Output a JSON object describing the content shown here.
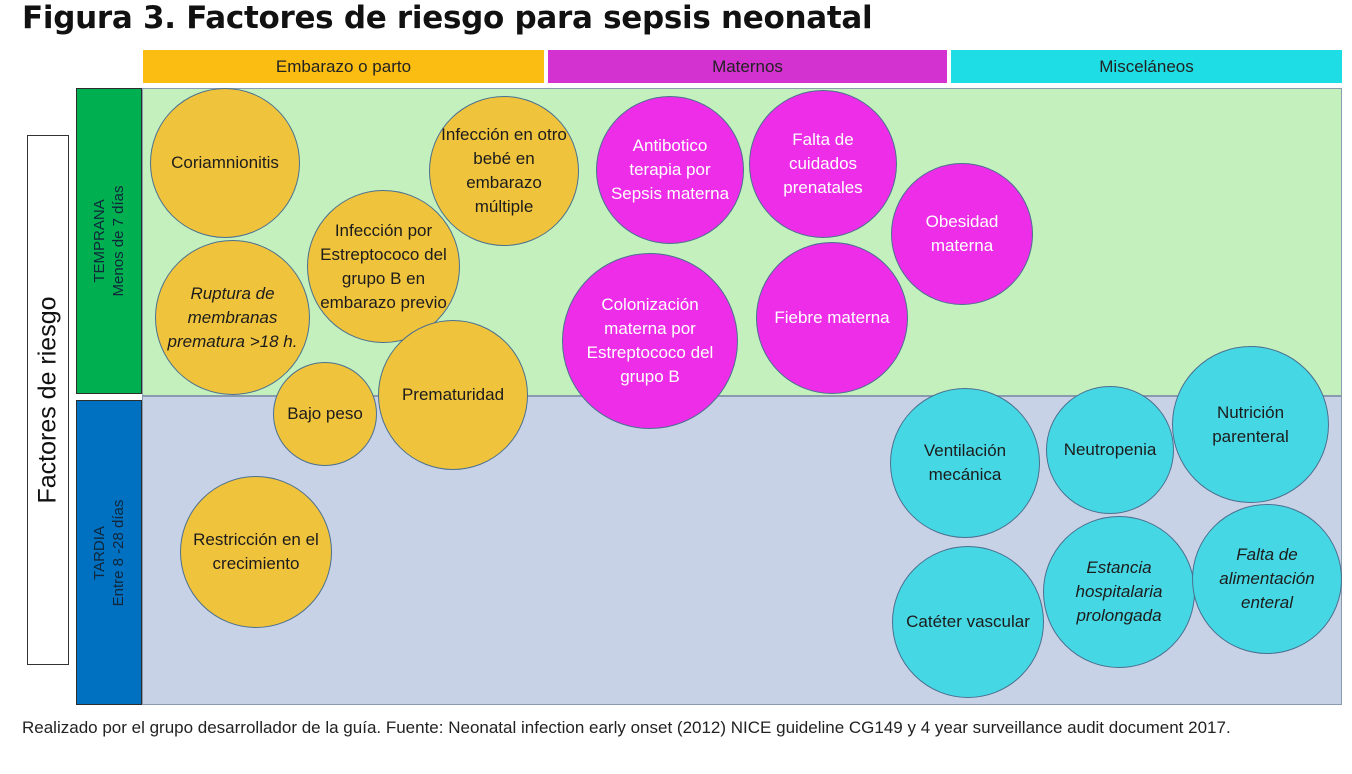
{
  "title": "Figura 3. Factores de riesgo para sepsis neonatal",
  "columns": [
    {
      "label": "Embarazo o parto",
      "color": "#fbbd12"
    },
    {
      "label": "Maternos",
      "color": "#d332d0"
    },
    {
      "label": "Misceláneos",
      "color": "#1fdde4"
    }
  ],
  "side_label": "Factores de riesgo",
  "rows": {
    "temprana": {
      "line1": "TEMPRANA",
      "line2": "Menos de 7 días",
      "band_color": "#00b050",
      "zone_color": "#c4f0bd"
    },
    "tardia": {
      "line1": "TARDIA",
      "line2": "Entre 8 -28 días",
      "band_color": "#0070c0",
      "zone_color": "#c8d2e6"
    }
  },
  "factors": {
    "coriamnionitis": "Coriamnionitis",
    "infeccion_multiple": "Infección en otro bebé en embarazo múltiple",
    "ruptura": "Ruptura de membranas prematura >18 h.",
    "estreptococo_previo": "Infección por Estreptococo del grupo B en embarazo previo",
    "prematuridad": "Prematuridad",
    "bajo_peso": "Bajo peso",
    "restriccion": "Restricción en el crecimiento",
    "antibiotico": "Antibotico terapia por Sepsis materna",
    "cuidados": "Falta de cuidados prenatales",
    "obesidad": "Obesidad materna",
    "colonizacion": "Colonización materna por Estreptococo del grupo B",
    "fiebre": "Fiebre materna",
    "ventilacion": "Ventilación mecánica",
    "neutropenia": "Neutropenia",
    "nutricion": "Nutrición parenteral",
    "cateter": "Catéter vascular",
    "estancia": "Estancia hospitalaria prolongada",
    "alimentacion": "Falta de alimentación enteral"
  },
  "footer": "Realizado por el grupo desarrollador de la guía. Fuente: Neonatal infection early onset (2012) NICE guideline CG149 y 4 year surveillance audit document 2017."
}
